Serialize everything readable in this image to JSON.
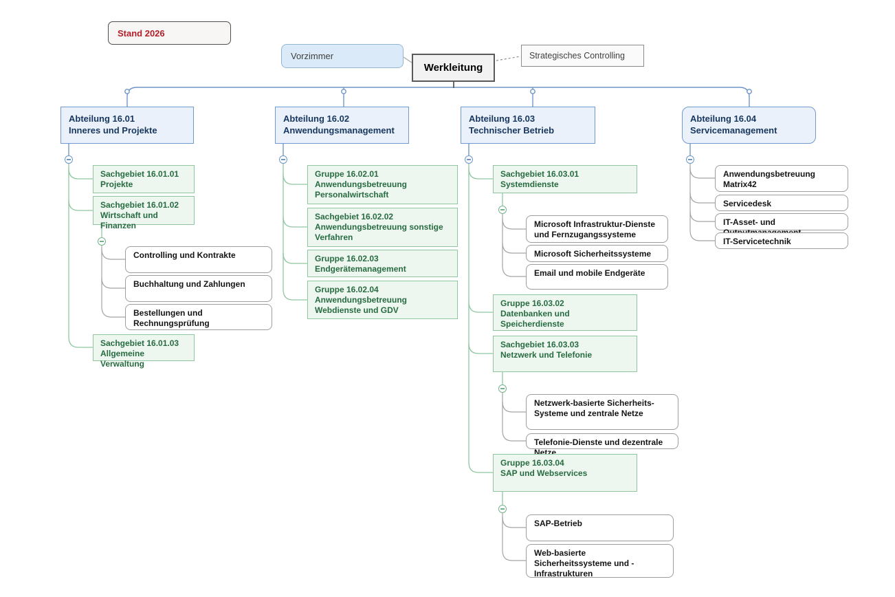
{
  "colors": {
    "accent_blue": "#6e96c8",
    "accent_green": "#8fc6a0",
    "gray_connector": "#a3a3a3",
    "dept_text": "#17375e",
    "unit_text": "#276b40",
    "stand_red": "#b21e28"
  },
  "stand": {
    "label": "Stand 2026"
  },
  "top": {
    "vorzimmer": "Vorzimmer",
    "werkleitung": "Werkleitung",
    "strategisches_controlling": "Strategisches Controlling"
  },
  "departments": [
    {
      "code": "Abteilung 16.01",
      "name": "Inneres und Projekte"
    },
    {
      "code": "Abteilung 16.02",
      "name": "Anwendungsmanagement"
    },
    {
      "code": "Abteilung 16.03",
      "name": "Technischer Betrieb"
    },
    {
      "code": "Abteilung 16.04",
      "name": "Servicemanagement"
    }
  ],
  "units": {
    "sg160101": {
      "code": "Sachgebiet 16.01.01",
      "name": "Projekte"
    },
    "sg160102": {
      "code": "Sachgebiet 16.01.02",
      "name": "Wirtschaft und Finanzen"
    },
    "sg160103": {
      "code": "Sachgebiet 16.01.03",
      "name": "Allgemeine Verwaltung"
    },
    "g160201": {
      "code": "Gruppe 16.02.01",
      "name": "Anwendungsbetreuung Personalwirtschaft"
    },
    "sg160202": {
      "code": "Sachgebiet 16.02.02",
      "name": "Anwendungsbetreuung sonstige Verfahren"
    },
    "g160203": {
      "code": "Gruppe 16.02.03",
      "name": "Endgerätemanagement"
    },
    "g160204": {
      "code": "Gruppe 16.02.04",
      "name": "Anwendungsbetreuung Webdienste und GDV"
    },
    "sg160301": {
      "code": "Sachgebiet 16.03.01",
      "name": "Systemdienste"
    },
    "g160302": {
      "code": "Gruppe 16.03.02",
      "name": "Datenbanken und Speicherdienste"
    },
    "sg160303": {
      "code": "Sachgebiet 16.03.03",
      "name": "Netzwerk und Telefonie"
    },
    "g160304": {
      "code": "Gruppe 16.03.04",
      "name": "SAP und Webservices"
    }
  },
  "teams": {
    "controlling_kontrakte": "Controlling und Kontrakte",
    "buchhaltung_zahlungen": "Buchhaltung und Zahlungen",
    "bestellungen_rechnungspruefung": "Bestellungen und Rechnungsprüfung",
    "ms_infrastruktur": "Microsoft Infrastruktur-Dienste und Fernzugangssysteme",
    "ms_sicherheit": "Microsoft Sicherheitssysteme",
    "email_mobile": "Email und mobile Endgeräte",
    "netzwerk_sicherheit": "Netzwerk-basierte Sicherheits-Systeme und zentrale Netze",
    "telefonie": "Telefonie-Dienste und dezentrale Netze",
    "sap_betrieb": "SAP-Betrieb",
    "web_sicherheit": "Web-basierte Sicherheitssysteme und -Infrastrukturen",
    "matrix42": "Anwendungsbetreuung Matrix42",
    "servicedesk": "Servicedesk",
    "it_asset": "IT-Asset- und Outputmanagement",
    "it_servicetechnik": "IT-Servicetechnik"
  }
}
